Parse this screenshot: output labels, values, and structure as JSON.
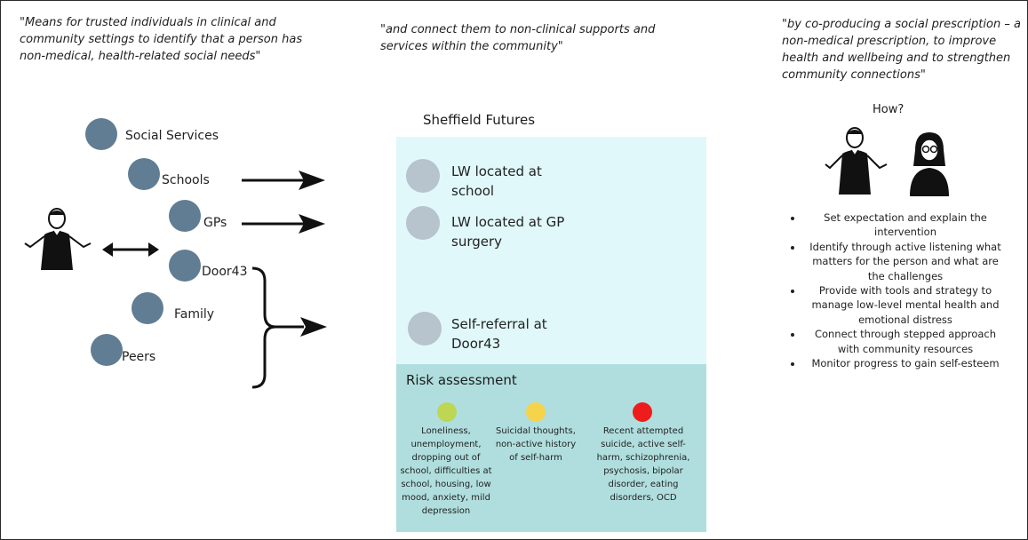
{
  "quotes": {
    "left": "\"Means for trusted individuals in clinical and community settings to identify that a person has non-medical, health-related social needs\"",
    "middle": "\"and connect them to non-clinical supports and services within the community\"",
    "right": "\"by co-producing a social prescription – a non-medical prescription, to improve health and wellbeing and to strengthen community connections\""
  },
  "sources": [
    "Social Services",
    "Schools",
    "GPs",
    "Door43",
    "Family",
    "Peers"
  ],
  "panel": {
    "title": "Sheffield Futures",
    "items": [
      "LW located at school",
      "LW located at GP surgery",
      "Self-referral at Door43"
    ]
  },
  "risk": {
    "title": "Risk assessment",
    "levels": [
      {
        "color": "#bdd653",
        "text": "Loneliness, unemployment, dropping out of school, difficulties at school, housing, low mood, anxiety, mild depression"
      },
      {
        "color": "#f5d44c",
        "text": "Suicidal thoughts, non-active history of self-harm"
      },
      {
        "color": "#ee1c1c",
        "text": "Recent attempted suicide, active self-harm, schizophrenia, psychosis, bipolar disorder, eating disorders, OCD"
      }
    ]
  },
  "how": {
    "title": "How?",
    "items": [
      "Set expectation and explain the intervention",
      "Identify through active listening what matters for the person and what are the challenges",
      "Provide with tools and strategy to manage low-level mental health and emotional distress",
      "Connect through stepped approach with community resources",
      "Monitor progress to gain self-esteem"
    ]
  },
  "colors": {
    "source_dot": "#617d93",
    "panel_top": "#e0f8f9",
    "panel_bottom": "#b0dede",
    "panel_dot": "#b7c3cd"
  },
  "icons": [
    "person-shrug-icon",
    "woman-with-glasses-icon"
  ]
}
